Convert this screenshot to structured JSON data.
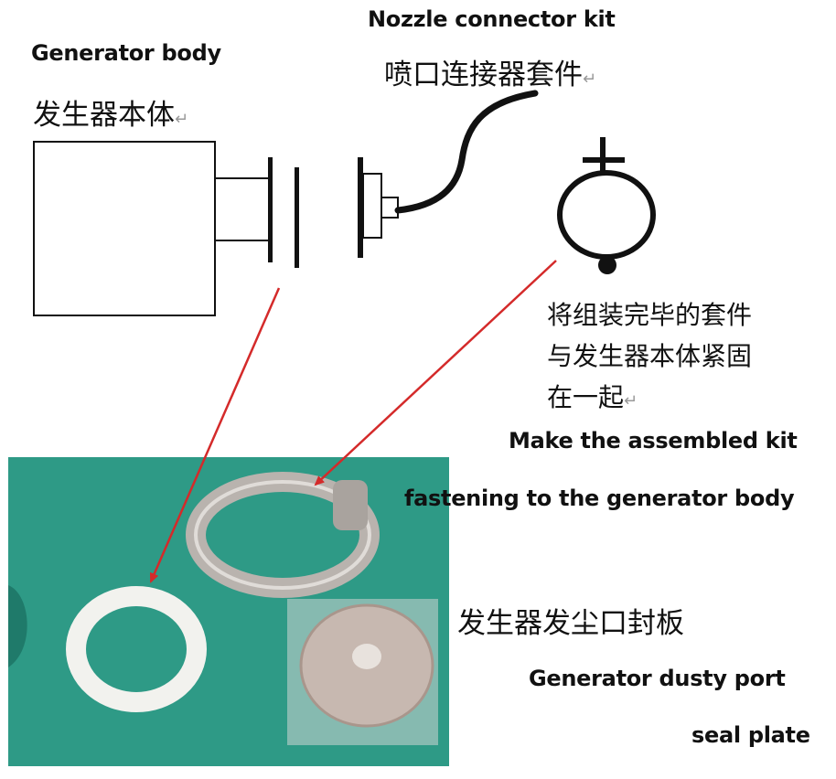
{
  "labels": {
    "generator_body_en": "Generator body",
    "generator_body_zh": "发生器本体",
    "nozzle_kit_en": "Nozzle connector kit",
    "nozzle_kit_zh": "喷口连接器套件",
    "fasten_zh_line1": "将组装完毕的套件",
    "fasten_zh_line2": "与发生器本体紧固",
    "fasten_zh_line3": "在一起",
    "fasten_en_line1": "Make the assembled kit",
    "fasten_en_line2": "fastening  to the generator body",
    "seal_plate_zh": "发生器发尘口封板",
    "seal_plate_en_line1": "Generator dusty port",
    "seal_plate_en_line2": "seal plate",
    "return_mark": "↵"
  },
  "colors": {
    "arrow": "#d42a2a",
    "photo_background": "#2e9a86",
    "gasket": "#f2f2ee",
    "metal": "#b9b3ae"
  }
}
